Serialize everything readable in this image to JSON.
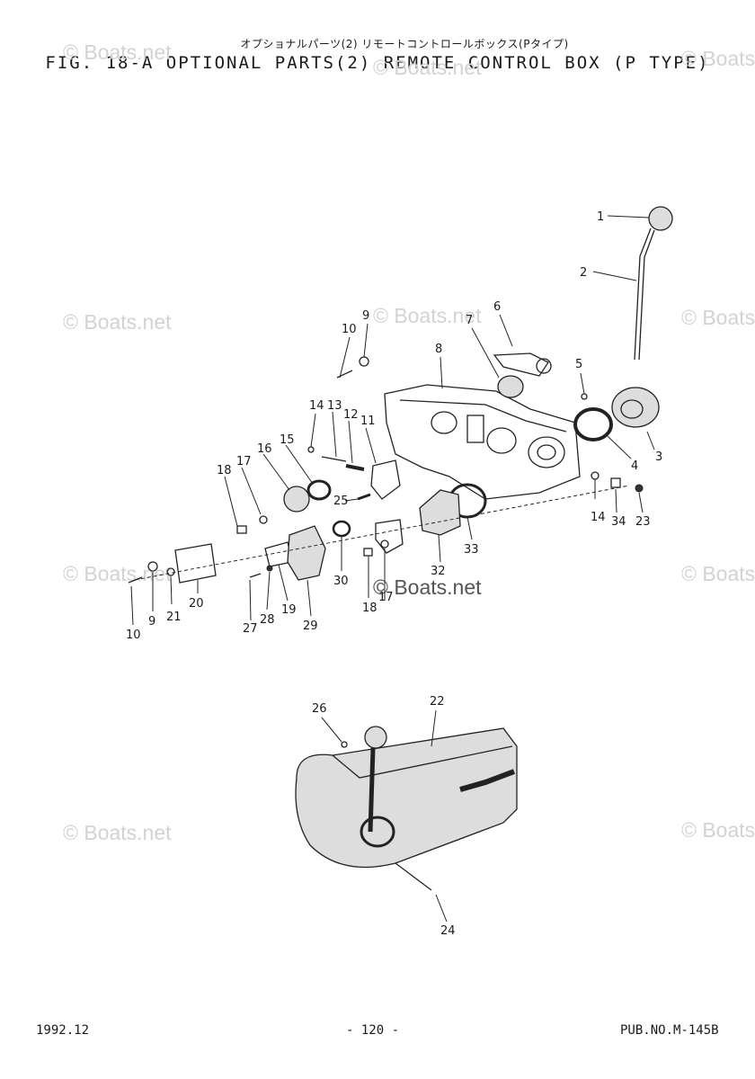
{
  "header": {
    "subtitle_jp": "オプショナルパーツ(2) リモートコントロールボックス(Pタイプ)",
    "title": "FIG. 18-A OPTIONAL PARTS(2) REMOTE CONTROL BOX (P TYPE)"
  },
  "watermark": {
    "text": "© Boats.net"
  },
  "part_numbers": {
    "p1": "1",
    "p2": "2",
    "p3": "3",
    "p4": "4",
    "p5": "5",
    "p6": "6",
    "p7": "7",
    "p8": "8",
    "p9": "9",
    "p10": "10",
    "p11": "11",
    "p12": "12",
    "p13": "13",
    "p14": "14",
    "p15": "15",
    "p16": "16",
    "p17": "17",
    "p18": "18",
    "p19": "19",
    "p20": "20",
    "p21": "21",
    "p22": "22",
    "p23": "23",
    "p24": "24",
    "p25": "25",
    "p26": "26",
    "p27": "27",
    "p28": "28",
    "p29": "29",
    "p30": "30",
    "p32": "32",
    "p33": "33",
    "p34": "34"
  },
  "footer": {
    "date": "1992.12",
    "page": "- 120 -",
    "pub_no": "PUB.NO.M-145B"
  }
}
